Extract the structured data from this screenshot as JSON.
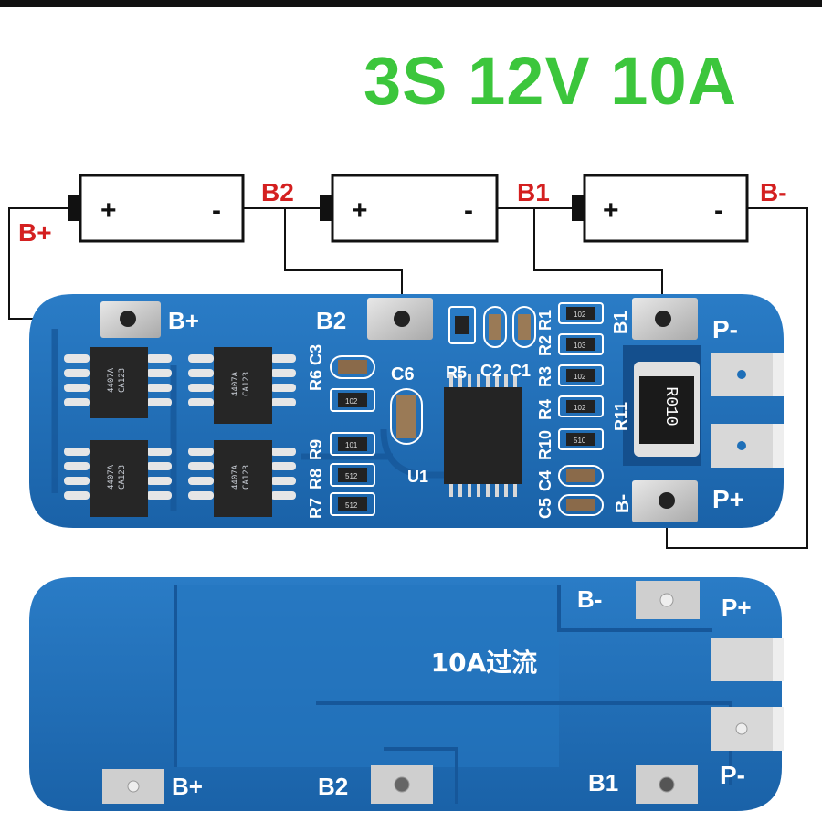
{
  "headline": "3S 12V 10A",
  "diagram": {
    "bat_plus": "+",
    "bat_minus": "-",
    "labels": {
      "b_plus": "B+",
      "b2": "B2",
      "b1": "B1",
      "b_minus": "B-"
    }
  },
  "front_board": {
    "pads": {
      "b_plus": "B+",
      "b2": "B2",
      "b1": "B1",
      "b_minus": "B-",
      "p_minus": "P-",
      "p_plus": "P+"
    },
    "refs": {
      "c6": "C6",
      "u1": "U1",
      "r5": "R5",
      "c2": "C2",
      "c1": "C1",
      "r2": "R2",
      "r1": "R1",
      "r3": "R3",
      "r4": "R4",
      "r10": "R10",
      "r11": "R11",
      "r6": "R6",
      "c3": "C3",
      "r9": "R9",
      "r8": "R8",
      "r7": "R7",
      "c5": "C5",
      "c4": "C4"
    },
    "shunt": "R010",
    "mosfet_line1": "4407A",
    "mosfet_line2": "CA123",
    "smd": {
      "r1": "102",
      "r2": "103",
      "r3": "102",
      "r4": "102",
      "r10": "510",
      "r6": "102",
      "r9": "101",
      "r8": "512",
      "r7": "512"
    }
  },
  "back_board": {
    "title": "10A过流",
    "pads": {
      "b_minus": "B-",
      "p_plus": "P+",
      "p_minus": "P-",
      "b_plus": "B+",
      "b2": "B2",
      "b1": "B1"
    }
  },
  "colors": {
    "headline": "#3cc63c",
    "label_red": "#d42020",
    "pcb": "#1e6fb8",
    "pcb_dark": "#16579a",
    "silkscreen": "#ffffff"
  }
}
